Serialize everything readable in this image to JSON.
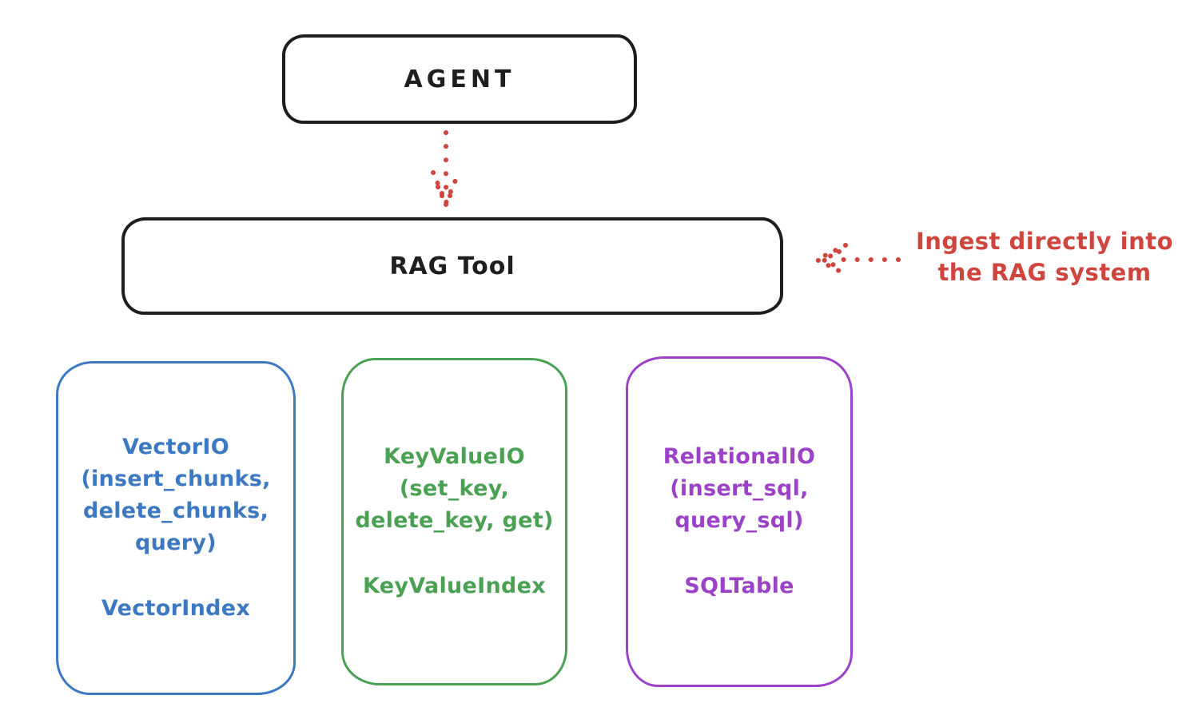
{
  "diagram": {
    "agent": {
      "label": "AGENT"
    },
    "rag_tool": {
      "label": "RAG Tool"
    },
    "annotation": {
      "line1": "Ingest directly into",
      "line2": "the RAG system"
    },
    "colors": {
      "ink": "#1e1e1e",
      "arrow_red": "#cf453e",
      "vector_blue": "#3d78c2",
      "keyvalue_green": "#4aa153",
      "relational_purple": "#9c42c8"
    },
    "stores": [
      {
        "id": "vector-io",
        "color": "#3d78c2",
        "lines": [
          "VectorIO",
          "(insert_chunks,",
          "delete_chunks,",
          "query)"
        ],
        "index": "VectorIndex"
      },
      {
        "id": "keyvalue-io",
        "color": "#4aa153",
        "lines": [
          "KeyValueIO",
          "(set_key,",
          "delete_key, get)"
        ],
        "index": "KeyValueIndex"
      },
      {
        "id": "relational-io",
        "color": "#9c42c8",
        "lines": [
          "RelationalIO",
          "(insert_sql,",
          "query_sql)"
        ],
        "index": "SQLTable"
      }
    ]
  }
}
